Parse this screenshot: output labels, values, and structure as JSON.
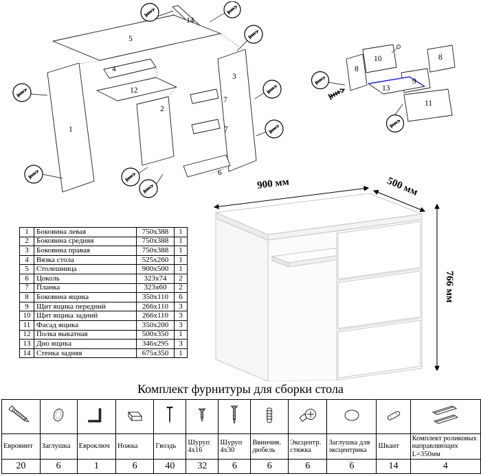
{
  "title": "Комплект фурнитуры для сборки стола",
  "dimensions": {
    "width": "900 мм",
    "depth": "500 мм",
    "height": "766 мм"
  },
  "diagram_left": {
    "labels": [
      "5",
      "14",
      "4",
      "12",
      "1",
      "2",
      "3",
      "7",
      "7",
      "6"
    ]
  },
  "diagram_right": {
    "labels": [
      "10",
      "8",
      "8",
      "9",
      "13",
      "11"
    ],
    "highlight_color": "#2323cc"
  },
  "parts_table": {
    "rows": [
      {
        "num": "1",
        "name": "Боковина левая",
        "size": "750x388",
        "qty": "1"
      },
      {
        "num": "2",
        "name": "Боковина средняя",
        "size": "750x388",
        "qty": "1"
      },
      {
        "num": "3",
        "name": "Боковина правая",
        "size": "750x388",
        "qty": "1"
      },
      {
        "num": "4",
        "name": "Вязка стола",
        "size": "525x260",
        "qty": "1"
      },
      {
        "num": "5",
        "name": "Столешница",
        "size": "900x500",
        "qty": "1"
      },
      {
        "num": "6",
        "name": "Цоколь",
        "size": "323x74",
        "qty": "2"
      },
      {
        "num": "7",
        "name": "Планка",
        "size": "323x60",
        "qty": "2"
      },
      {
        "num": "8",
        "name": "Боковина ящика",
        "size": "350x110",
        "qty": "6"
      },
      {
        "num": "9",
        "name": "Щит ящика передний",
        "size": "266x110",
        "qty": "3"
      },
      {
        "num": "10",
        "name": "Щит ящика задний",
        "size": "266x110",
        "qty": "3"
      },
      {
        "num": "11",
        "name": "Фасад ящика",
        "size": "350x200",
        "qty": "3"
      },
      {
        "num": "12",
        "name": "Полка выкатная",
        "size": "500x350",
        "qty": "1"
      },
      {
        "num": "13",
        "name": "Дно ящика",
        "size": "346x295",
        "qty": "3"
      },
      {
        "num": "14",
        "name": "Стенка задняя",
        "size": "675x350",
        "qty": "1"
      }
    ]
  },
  "hardware_table": {
    "items": [
      {
        "icon": "euro-screw-icon",
        "name": "Евровинт",
        "qty": "20"
      },
      {
        "icon": "plug-icon",
        "name": "Заглушка",
        "qty": "6"
      },
      {
        "icon": "hex-key-icon",
        "name": "Евроключ",
        "qty": "1"
      },
      {
        "icon": "leg-icon",
        "name": "Ножка",
        "qty": "6"
      },
      {
        "icon": "nail-icon",
        "name": "Гвоздь",
        "qty": "40"
      },
      {
        "icon": "screw-4x16-icon",
        "name": "Шуруп 4х16",
        "qty": "32"
      },
      {
        "icon": "screw-4x30-icon",
        "name": "Шуруп 4х30",
        "qty": "6"
      },
      {
        "icon": "dowel-screw-icon",
        "name": "Ввинчив. дюбель",
        "qty": "6"
      },
      {
        "icon": "eccentric-icon",
        "name": "Эксцентр. стяжка",
        "qty": "6"
      },
      {
        "icon": "cover-icon",
        "name": "Заглушка для эксцентрика",
        "qty": "6"
      },
      {
        "icon": "dowel-icon",
        "name": "Шкант",
        "qty": "14"
      },
      {
        "icon": "roller-guide-icon",
        "name": "Комплект роликовых направляющих L=350мм",
        "qty": "4"
      }
    ]
  }
}
